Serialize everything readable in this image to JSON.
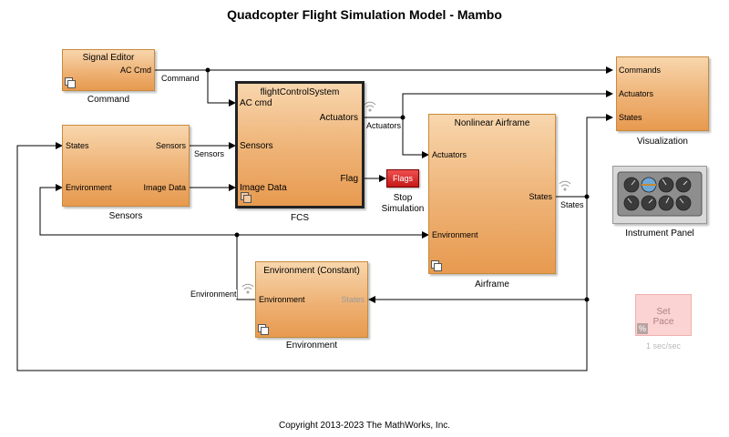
{
  "title": "Quadcopter Flight Simulation Model - Mambo",
  "footer": "Copyright 2013-2023 The MathWorks, Inc.",
  "blocks": {
    "command": {
      "title": "Signal Editor",
      "out_port": "AC Cmd",
      "name": "Command"
    },
    "sensors": {
      "in_states": "States",
      "in_environment": "Environment",
      "out_sensors": "Sensors",
      "out_image": "Image Data",
      "name": "Sensors"
    },
    "fcs": {
      "title": "flightControlSystem",
      "in_ac_cmd": "AC cmd",
      "in_sensors": "Sensors",
      "in_image": "Image Data",
      "out_actuators": "Actuators",
      "out_flag": "Flag",
      "name": "FCS"
    },
    "flags": {
      "label": "Flags",
      "name_line1": "Stop",
      "name_line2": "Simulation"
    },
    "airframe": {
      "title": "Nonlinear Airframe",
      "in_actuators": "Actuators",
      "in_environment": "Environment",
      "out_states": "States",
      "name": "Airframe"
    },
    "visualization": {
      "in_commands": "Commands",
      "in_actuators": "Actuators",
      "in_states": "States",
      "name": "Visualization"
    },
    "instrument_panel": {
      "name": "Instrument Panel"
    },
    "environment": {
      "title": "Environment (Constant)",
      "out_environment": "Environment",
      "in_states": "States",
      "name": "Environment"
    },
    "set_pace": {
      "line1": "Set",
      "line2": "Pace",
      "name": "1 sec/sec"
    }
  },
  "wire_labels": {
    "command": "Command",
    "sensors": "Sensors",
    "actuators": "Actuators",
    "states": "States",
    "environment": "Environment"
  }
}
